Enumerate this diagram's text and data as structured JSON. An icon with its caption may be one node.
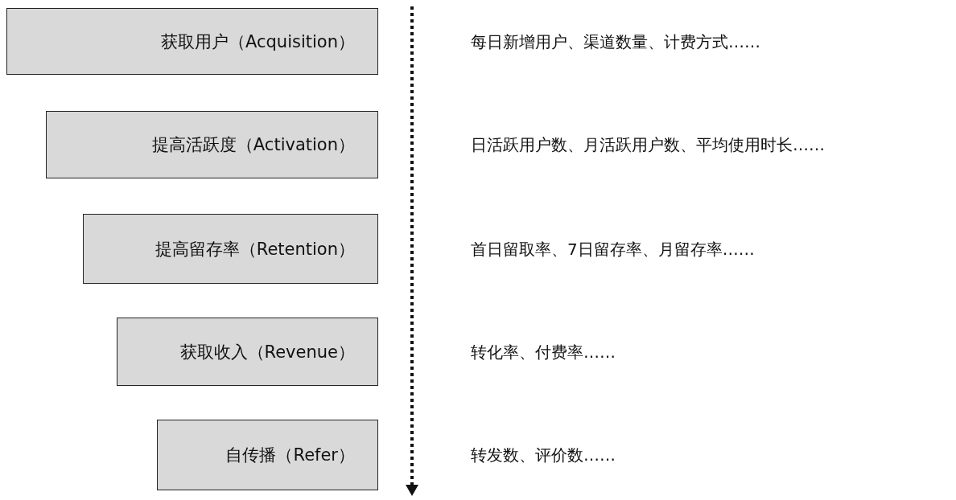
{
  "diagram": {
    "nodes": [
      {
        "text": [
          "获取用户（Acquisition）"
        ]
      },
      {
        "text": [
          "提高活跃度（Activation）"
        ]
      },
      {
        "text": [
          "提高留存率（Retention）"
        ]
      },
      {
        "text": [
          "获取收入（Revenue）"
        ]
      },
      {
        "text": [
          "自传播（Refer）"
        ]
      }
    ],
    "edges": [],
    "labels": [
      "每日新增用户、渠道数量、计费方式……",
      "日活跃用户数、月活跃用户数、平均使用时长……",
      "首日留取率、7日留存率、月留存率……",
      "转化率、付费率……",
      "转发数、评价数……"
    ]
  }
}
